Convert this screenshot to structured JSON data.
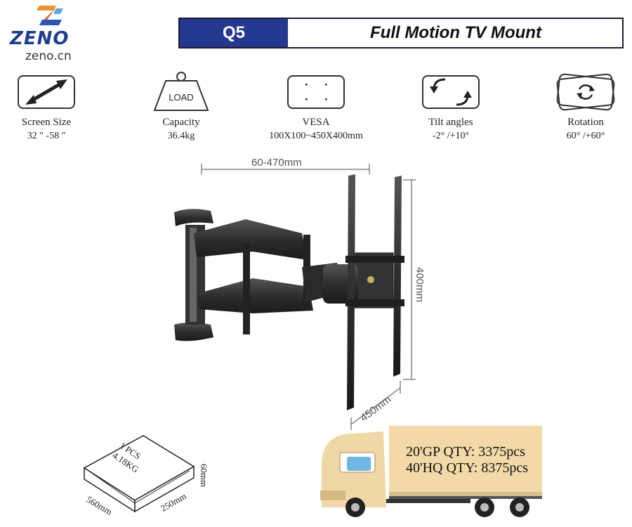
{
  "brand": {
    "name": "ZENO",
    "url": "zeno.cn"
  },
  "header": {
    "model": "Q5",
    "title": "Full Motion TV Mount"
  },
  "specs": [
    {
      "label": "Screen Size",
      "value": "32 \" -58 \"",
      "icon": "diagonal-arrow-icon"
    },
    {
      "label": "Capacity",
      "value": "36.4kg",
      "icon": "load-weight-icon",
      "icon_text": "LOAD"
    },
    {
      "label": "VESA",
      "value": "100X100~450X400mm",
      "icon": "vesa-holes-icon"
    },
    {
      "label": "Tilt angles",
      "value": "-2° /+10°",
      "icon": "tilt-arrows-icon"
    },
    {
      "label": "Rotation",
      "value": "60° /+60°",
      "icon": "rotation-arrows-icon"
    }
  ],
  "dimensions": {
    "extension": "60-470mm",
    "height": "400mm",
    "width": "450mm"
  },
  "package": {
    "pcs": "1 PCS",
    "weight": "4.18KG",
    "length": "560mm",
    "width": "250mm",
    "height": "60mm"
  },
  "shipping": {
    "gp20": "20'GP QTY: 3375pcs",
    "hq40": "40'HQ QTY: 8375pcs"
  },
  "colors": {
    "brand_blue": "#24388f",
    "box_tan": "#f3d9a8"
  }
}
